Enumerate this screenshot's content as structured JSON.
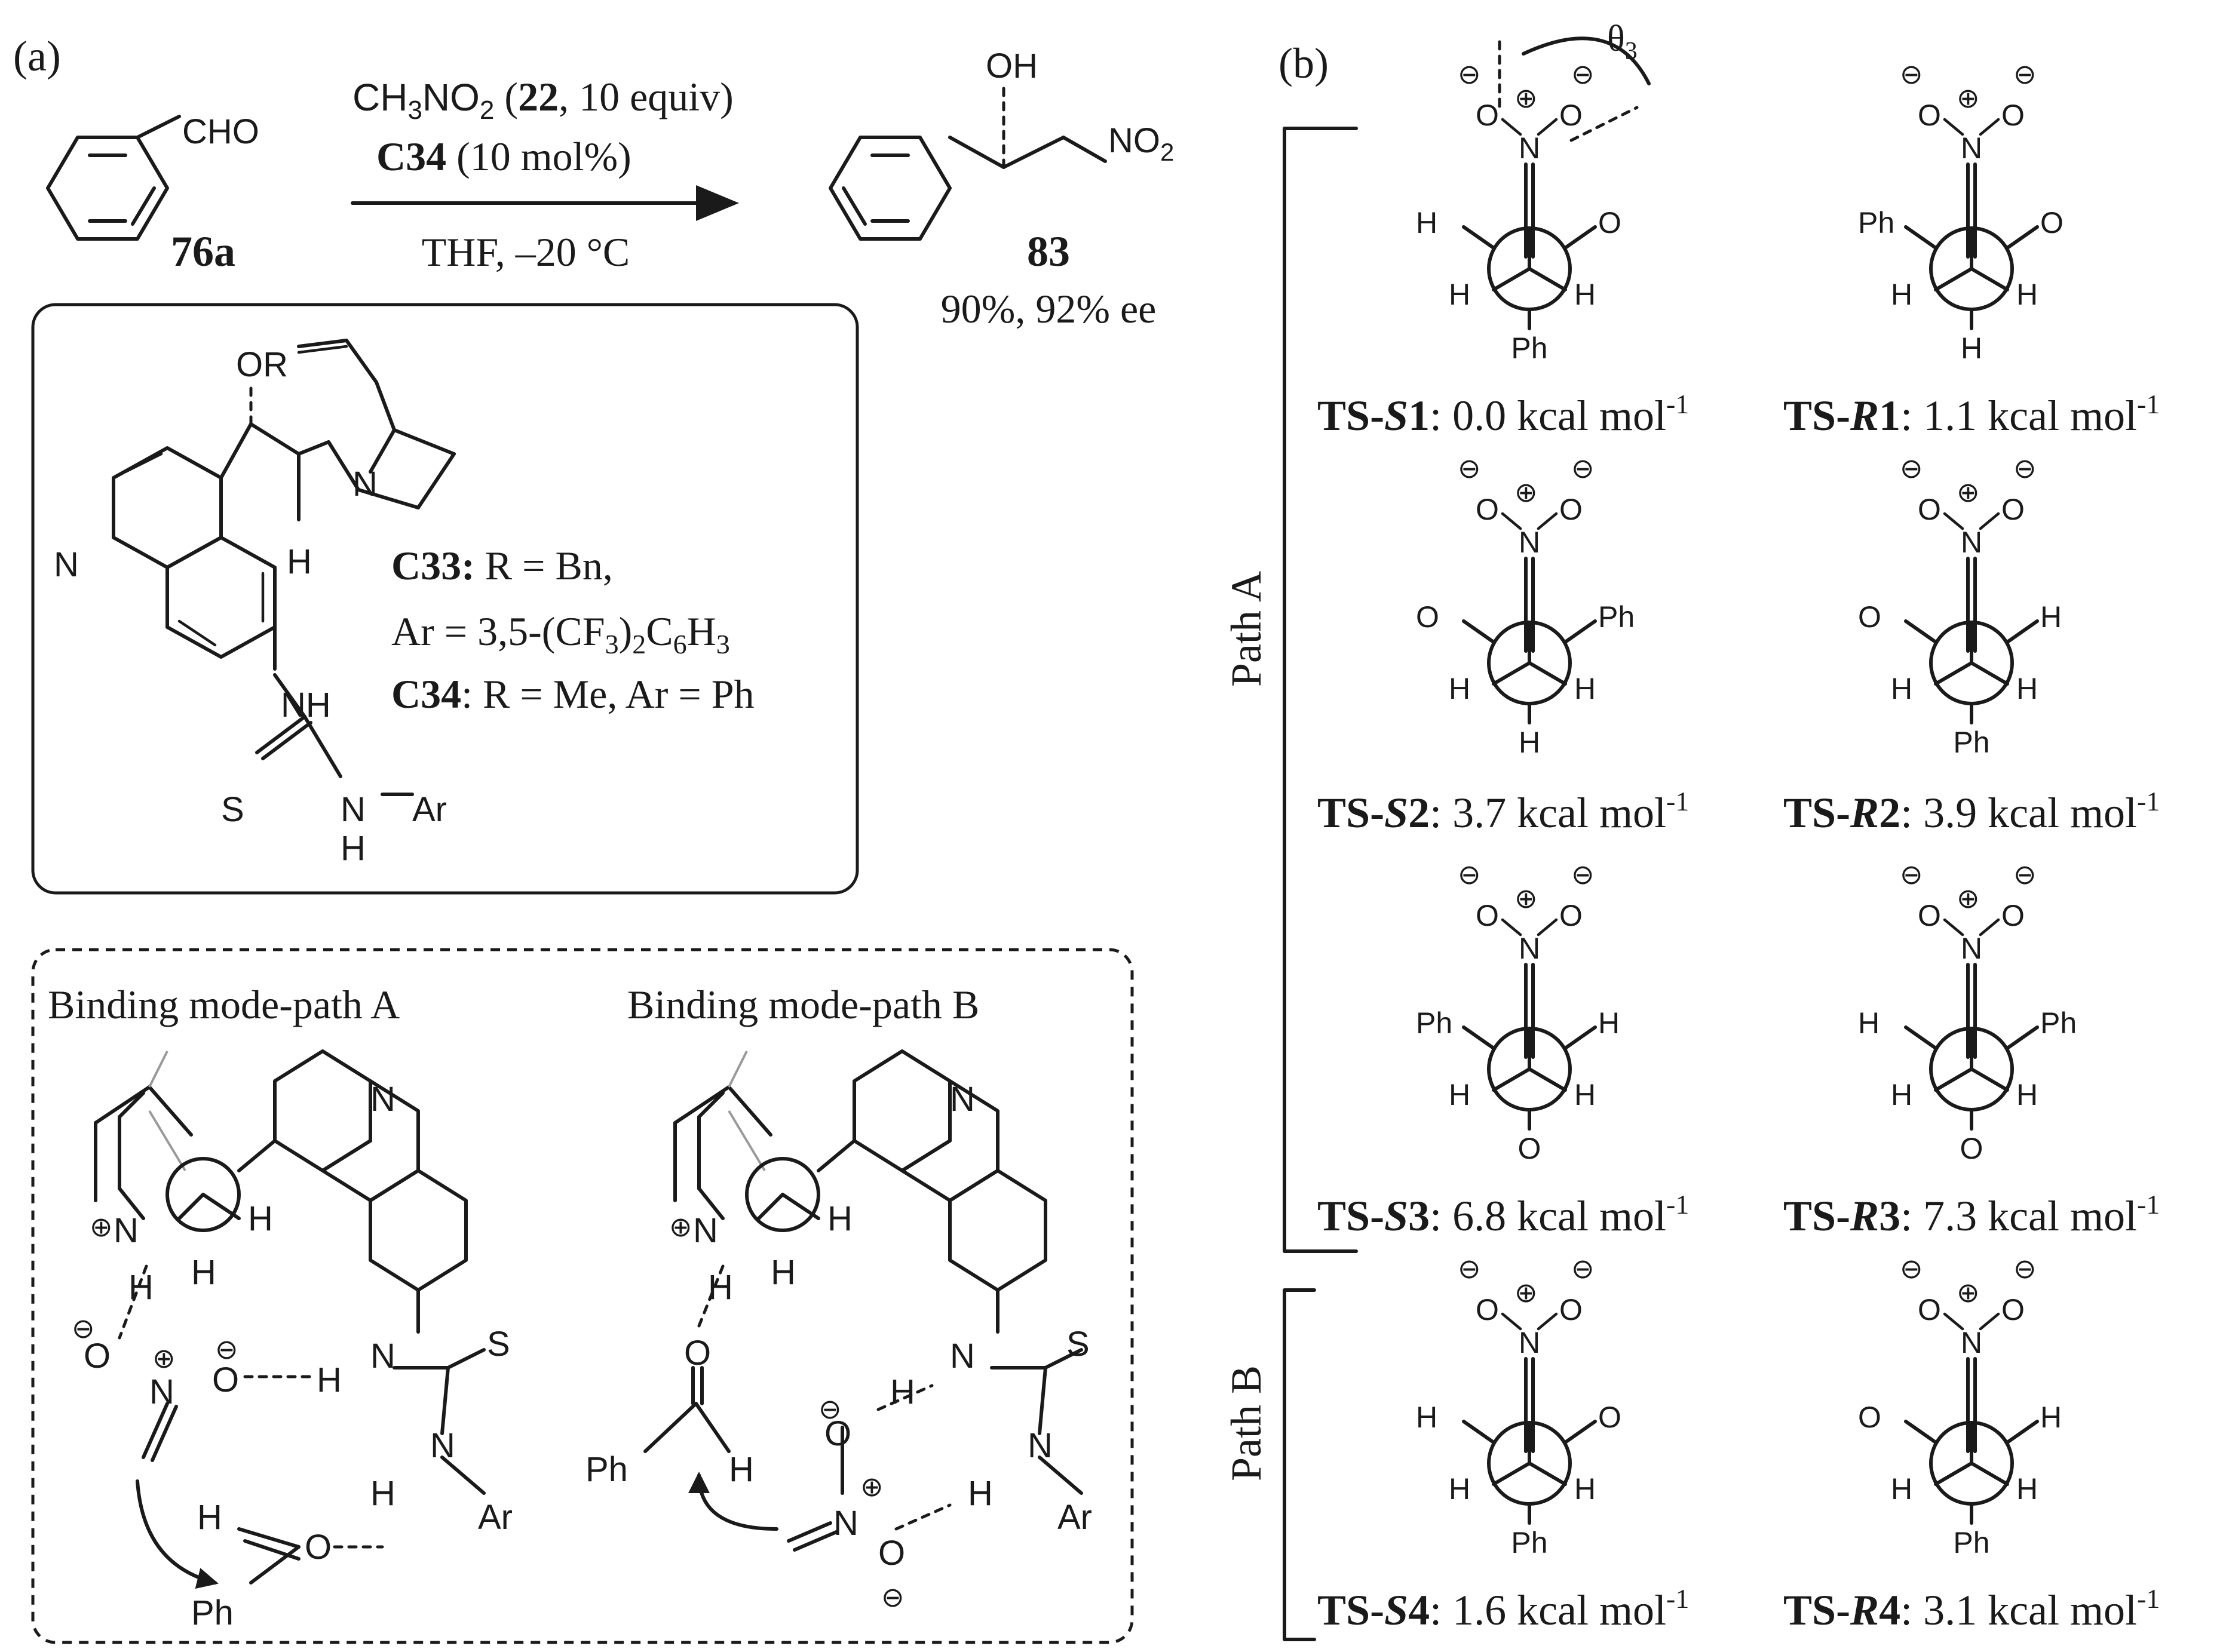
{
  "panel_a": {
    "label": "(a)",
    "reagent_line1": "CH3NO2 (22, 10 equiv)",
    "reagent_line2": "C34 (10 mol%)",
    "conditions": "THF, –20 °C",
    "reactant": {
      "group": "CHO",
      "label": "76a"
    },
    "product": {
      "oh": "OH",
      "no2": "NO2",
      "label": "83",
      "yield": "90%, 92% ee"
    },
    "catalyst_box": {
      "or_label": "OR",
      "c33_line1": "C33: R = Bn,",
      "c33_line2": "Ar = 3,5-(CF3)2C6H3",
      "c34_line": "C34: R = Me, Ar = Ph"
    },
    "binding_box": {
      "title_a": "Binding mode-path A",
      "title_b": "Binding mode-path B"
    }
  },
  "panel_b": {
    "label": "(b)",
    "theta": "θ3",
    "path_a": "Path A",
    "path_b": "Path B",
    "ts_list": [
      {
        "name": "TS-S1",
        "energy": "0.0 kcal mol-1"
      },
      {
        "name": "TS-R1",
        "energy": "1.1 kcal mol-1"
      },
      {
        "name": "TS-S2",
        "energy": "3.7 kcal mol-1"
      },
      {
        "name": "TS-R2",
        "energy": "3.9 kcal mol-1"
      },
      {
        "name": "TS-S3",
        "energy": "6.8 kcal mol-1"
      },
      {
        "name": "TS-R3",
        "energy": "7.3 kcal mol-1"
      },
      {
        "name": "TS-S4",
        "energy": "1.6 kcal mol-1"
      },
      {
        "name": "TS-R4",
        "energy": "3.1 kcal mol-1"
      }
    ]
  }
}
